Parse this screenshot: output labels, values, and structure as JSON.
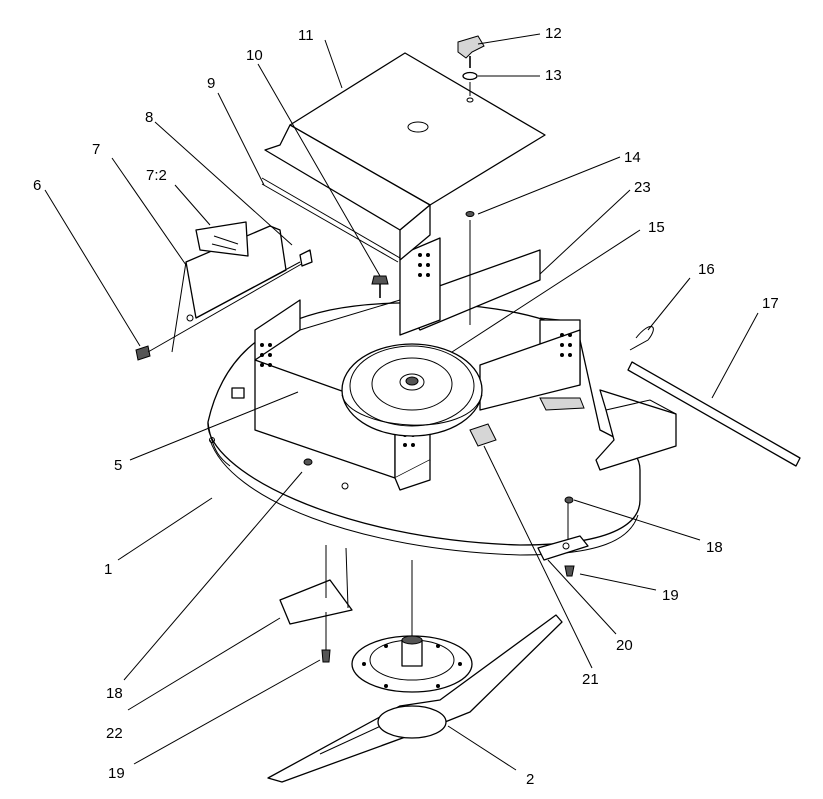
{
  "callouts": [
    {
      "id": "c1",
      "label": "1"
    },
    {
      "id": "c2",
      "label": "2"
    },
    {
      "id": "c5",
      "label": "5"
    },
    {
      "id": "c6",
      "label": "6"
    },
    {
      "id": "c7",
      "label": "7"
    },
    {
      "id": "c72",
      "label": "7:2"
    },
    {
      "id": "c8",
      "label": "8"
    },
    {
      "id": "c9",
      "label": "9"
    },
    {
      "id": "c10",
      "label": "10"
    },
    {
      "id": "c11",
      "label": "11"
    },
    {
      "id": "c12",
      "label": "12"
    },
    {
      "id": "c13",
      "label": "13"
    },
    {
      "id": "c14",
      "label": "14"
    },
    {
      "id": "c15",
      "label": "15"
    },
    {
      "id": "c16",
      "label": "16"
    },
    {
      "id": "c17",
      "label": "17"
    },
    {
      "id": "c18a",
      "label": "18"
    },
    {
      "id": "c18b",
      "label": "18"
    },
    {
      "id": "c19a",
      "label": "19"
    },
    {
      "id": "c19b",
      "label": "19"
    },
    {
      "id": "c20",
      "label": "20"
    },
    {
      "id": "c21",
      "label": "21"
    },
    {
      "id": "c22",
      "label": "22"
    },
    {
      "id": "c23",
      "label": "23"
    }
  ]
}
